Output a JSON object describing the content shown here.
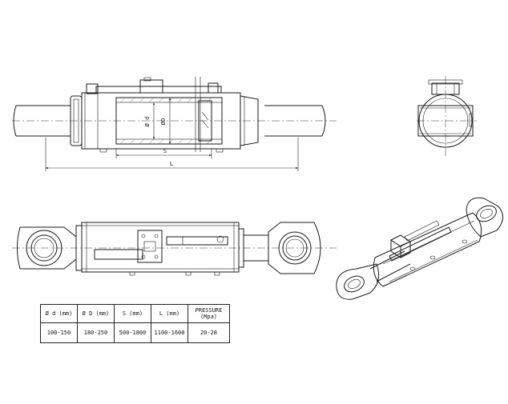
{
  "front_view": {
    "label_d": "Ø d",
    "label_D": "ØD",
    "label_S": "S",
    "label_L": "L"
  },
  "spec_table": {
    "headers": [
      "Ø d (mm)",
      "Ø D (mm)",
      "S (mm)",
      "L (mm)",
      "PRESSURE (Mpa)"
    ],
    "values": [
      "100-150",
      "180-250",
      "500-1800",
      "1100-1600",
      "20-28"
    ]
  }
}
